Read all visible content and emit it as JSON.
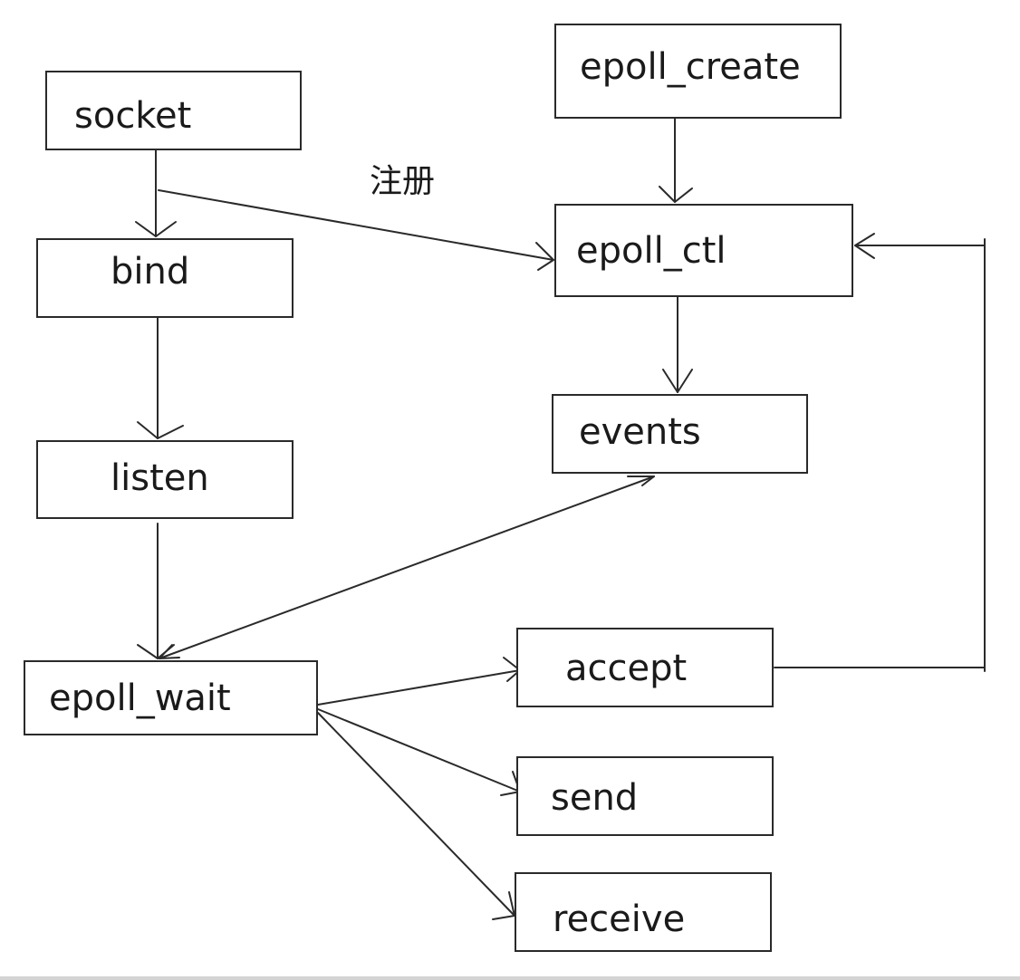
{
  "diagram": {
    "nodes": {
      "socket": "socket",
      "bind": "bind",
      "listen": "listen",
      "epoll_wait": "epoll_wait",
      "epoll_create": "epoll_create",
      "epoll_ctl": "epoll_ctl",
      "events": "events",
      "accept": "accept",
      "send": "send",
      "receive": "receive"
    },
    "edge_labels": {
      "register": "注册"
    },
    "edges": [
      {
        "from": "socket",
        "to": "bind"
      },
      {
        "from": "socket",
        "to": "epoll_ctl",
        "label": "注册"
      },
      {
        "from": "bind",
        "to": "listen"
      },
      {
        "from": "listen",
        "to": "epoll_wait"
      },
      {
        "from": "epoll_create",
        "to": "epoll_ctl"
      },
      {
        "from": "epoll_ctl",
        "to": "events"
      },
      {
        "from": "events",
        "to": "epoll_wait",
        "bidirectional": true
      },
      {
        "from": "epoll_wait",
        "to": "accept"
      },
      {
        "from": "epoll_wait",
        "to": "send"
      },
      {
        "from": "epoll_wait",
        "to": "receive"
      },
      {
        "from": "accept",
        "to": "epoll_ctl"
      }
    ],
    "colors": {
      "line": "#2a2a2a",
      "text": "#1a1a1a",
      "background": "#ffffff"
    }
  }
}
